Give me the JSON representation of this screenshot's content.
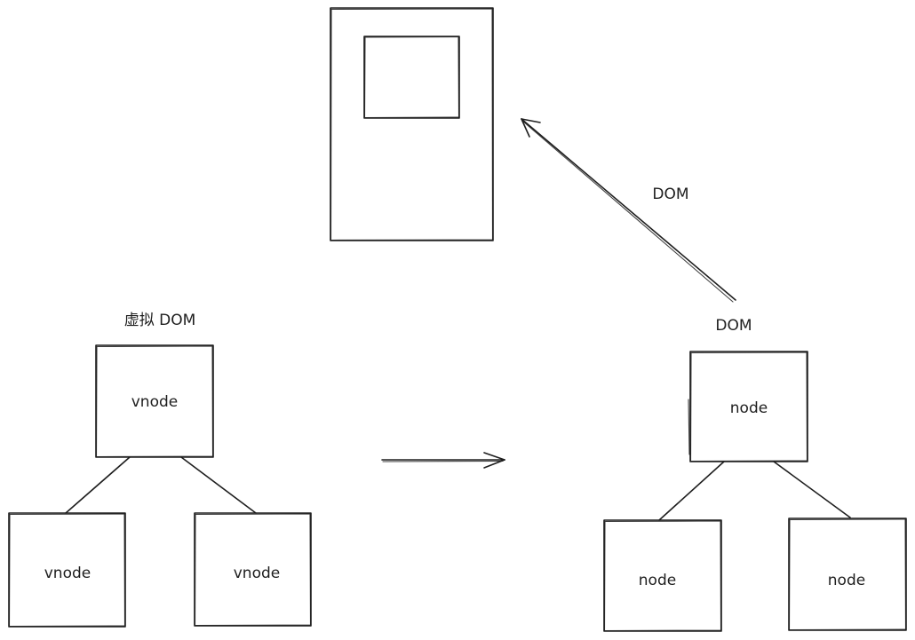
{
  "diagram": {
    "labels": {
      "virtual_dom": "虚拟 DOM",
      "dom_mount": "DOM",
      "dom_root": "DOM"
    },
    "virtual_tree": {
      "root": "vnode",
      "left_child": "vnode",
      "right_child": "vnode"
    },
    "real_tree": {
      "root": "node",
      "left_child": "node",
      "right_child": "node"
    }
  }
}
